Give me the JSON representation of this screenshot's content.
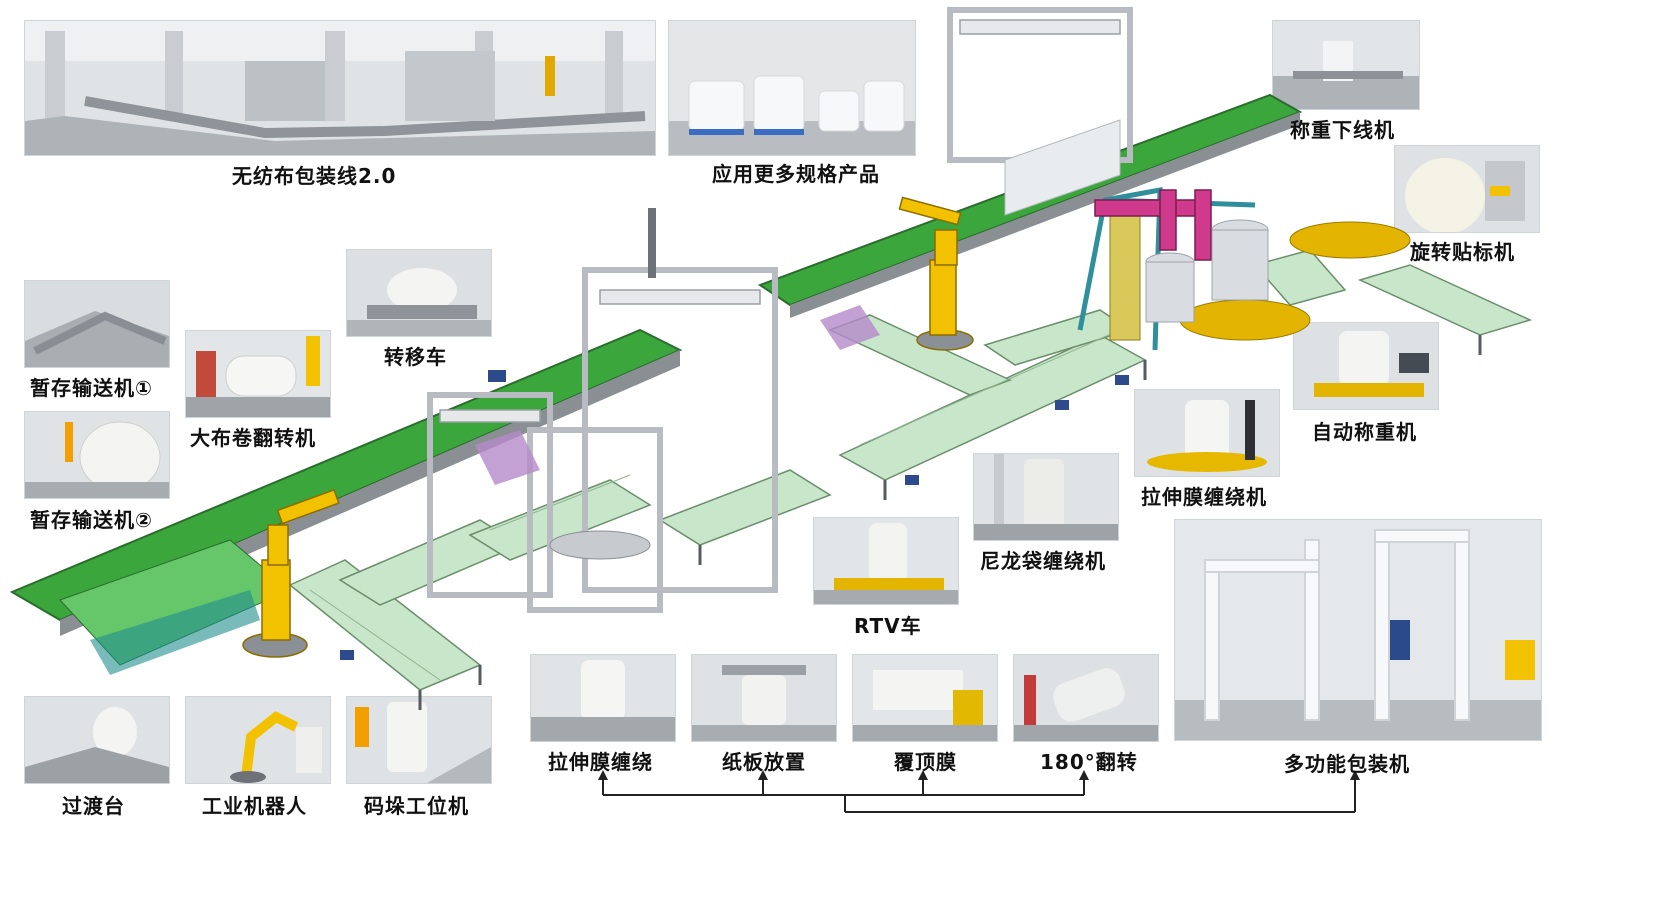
{
  "labels": {
    "nonwoven_line": "无纺布包装线2.0",
    "more_products": "应用更多规格产品",
    "weigh_offline": "称重下线机",
    "rotary_label": "旋转贴标机",
    "temp_conveyor_1": "暂存输送机①",
    "temp_conveyor_2": "暂存输送机②",
    "big_roll_flip": "大布卷翻转机",
    "transfer_car": "转移车",
    "auto_weigh": "自动称重机",
    "stretch_wrap_machine": "拉伸膜缠绕机",
    "nylon_bag_wrap": "尼龙袋缠绕机",
    "rtv_car": "RTV车",
    "multi_pack": "多功能包装机",
    "transition_table": "过渡台",
    "industrial_robot": "工业机器人",
    "palletizing_station": "码垛工位机",
    "stretch_wrap": "拉伸膜缠绕",
    "board_place": "纸板放置",
    "top_film": "覆顶膜",
    "flip_180": "180°翻转"
  },
  "colors": {
    "belt_green": "#3aa63c",
    "roller_light": "#c8e6c9",
    "frame_grey": "#b8bcc2",
    "robot_yellow": "#f2c200",
    "teal_frame": "#2f8f9a",
    "magenta": "#d03a8c",
    "motor_blue": "#2c4a8c"
  }
}
